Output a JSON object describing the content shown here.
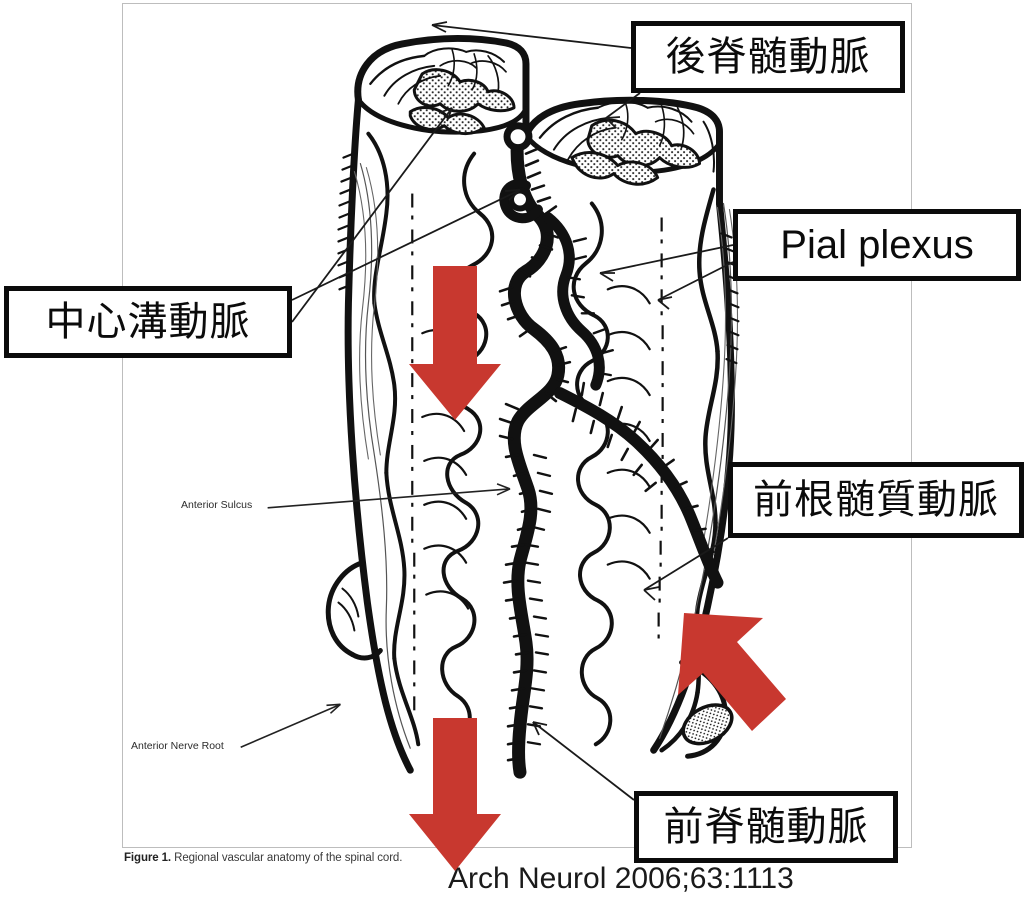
{
  "figure": {
    "caption_label": "Figure 1.",
    "caption_text": " Regional vascular anatomy of the spinal cord.",
    "internal_labels": [
      {
        "id": "anterior-sulcus",
        "text": "Anterior Sulcus"
      },
      {
        "id": "anterior-nerve-root",
        "text": "Anterior Nerve Root"
      }
    ]
  },
  "citation": {
    "text": "Arch Neurol 2006;63:1113"
  },
  "callouts": [
    {
      "id": "posterior-spinal-artery",
      "text": "後脊髄動脈"
    },
    {
      "id": "pial-plexus",
      "text": "Pial plexus"
    },
    {
      "id": "sulcal-artery",
      "text": "中心溝動脈"
    },
    {
      "id": "anterior-radiculomedullary-artery",
      "text": "前根髄質動脈"
    },
    {
      "id": "anterior-spinal-artery",
      "text": "前脊髄動脈"
    }
  ],
  "arrows": [
    {
      "id": "flow-arrow-upper",
      "direction": "down",
      "color": "#C8382F"
    },
    {
      "id": "flow-arrow-lower",
      "direction": "down",
      "color": "#C8382F"
    },
    {
      "id": "flow-arrow-inflow",
      "direction": "up-left",
      "color": "#C8382F"
    }
  ],
  "colors": {
    "arrow_red": "#C8382F",
    "ink_black": "#0b0b0b",
    "panel_border": "#bdbdbd",
    "caption_gray": "#3a3a3a"
  }
}
